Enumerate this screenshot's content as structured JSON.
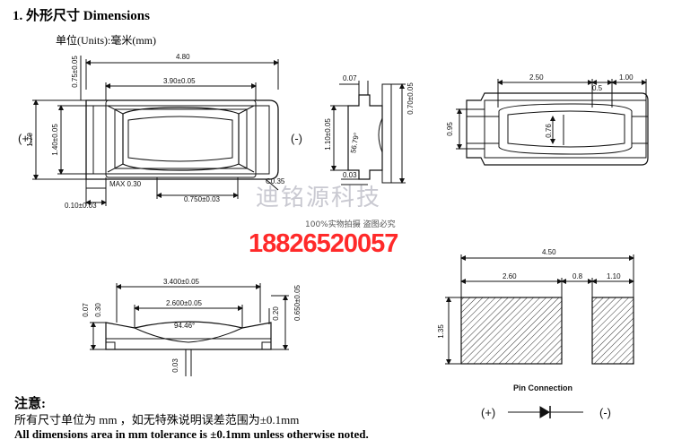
{
  "heading": "1.  外形尺寸 Dimensions",
  "units": "单位(Units):毫米(mm)",
  "front_view": {
    "width_total": "4.80",
    "width_cavity": "3.90±0.05",
    "height_total": "1.70",
    "height_cavity": "1.40±0.05",
    "offset_top": "0.75±0.05",
    "max_label": "MAX  0.30",
    "pad": "0.10±0.03",
    "cavity_offset": "0.750±0.03",
    "chamfer": "C0.35",
    "plus": "(+)",
    "minus": "(-)"
  },
  "side_view": {
    "top": "0.07",
    "right": "0.70±0.05",
    "height": "1.10±0.05",
    "angle": "56.79°",
    "bottom": "0.03"
  },
  "top_right_view": {
    "d1": "2.50",
    "d2": "0.5",
    "d3": "1.00",
    "h1": "0.95",
    "h2": "0.76"
  },
  "section_view": {
    "w1": "3.400±0.05",
    "w2": "2.600±0.05",
    "angle": "94.46°",
    "left1": "0.07",
    "left2": "0.30",
    "right1": "0.20",
    "right2": "0.650±0.05",
    "bottom": "0.03"
  },
  "pad_view": {
    "total": "4.50",
    "p1": "2.60",
    "gap": "0.8",
    "p2": "1.10",
    "h": "1.35",
    "pin_connection": "Pin Connection",
    "plus": "(+)",
    "minus": "(-)"
  },
  "notes": {
    "title": "注意:",
    "cn": "所有尺寸单位为 mm ，如无特殊说明误差范围为±0.1mm",
    "en": "All dimensions area in mm tolerance is ±0.1mm unless otherwise noted."
  },
  "watermark": {
    "brand": "迪铭源科技",
    "note": "100%实物拍摄  盗图必究",
    "phone": "18826520057"
  }
}
